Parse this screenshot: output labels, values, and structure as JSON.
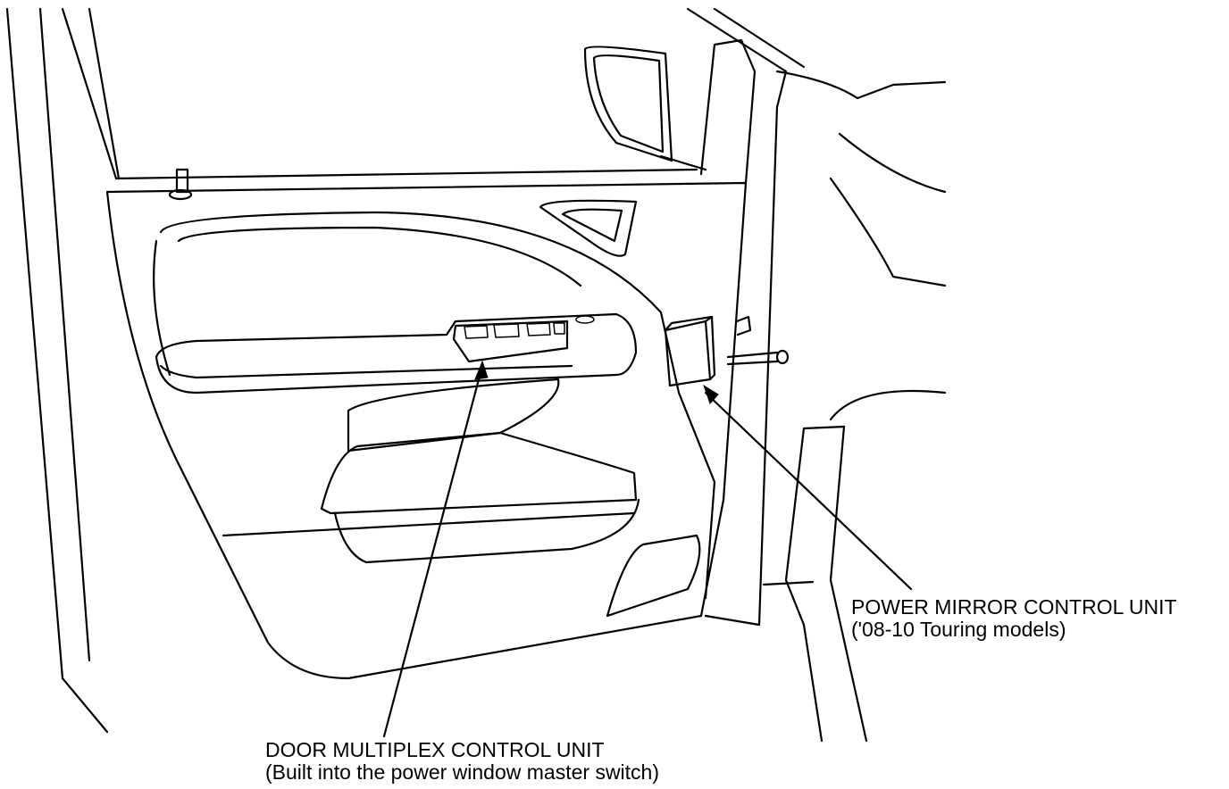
{
  "callouts": {
    "power_mirror": {
      "title": "POWER MIRROR CONTROL UNIT",
      "note": "('08-10 Touring models)"
    },
    "door_multiplex": {
      "title": "DOOR MULTIPLEX CONTROL UNIT",
      "note": "(Built into the power window master switch)"
    }
  }
}
